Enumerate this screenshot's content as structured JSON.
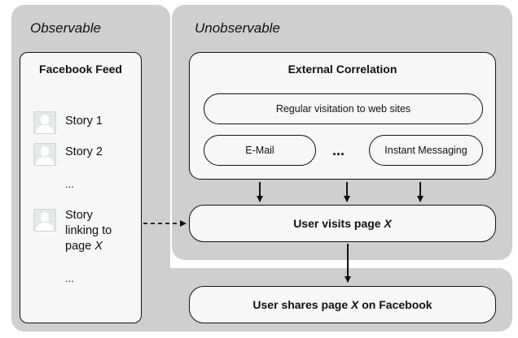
{
  "sections": {
    "observable_title": "Observable",
    "unobservable_title": "Unobservable"
  },
  "feed": {
    "title": "Facebook Feed",
    "story1": "Story 1",
    "story2": "Story 2",
    "ellipsis1": "...",
    "story_link_l1": "Story",
    "story_link_l2": "linking to",
    "story_link_l3": "page",
    "story_link_var": "X",
    "ellipsis2": "..."
  },
  "external": {
    "title": "External Correlation",
    "regular": "Regular visitation to web sites",
    "email": "E-Mail",
    "dots": "...",
    "im": "Instant Messaging"
  },
  "visits": {
    "text": "User visits page",
    "var": "X"
  },
  "shares": {
    "text_before": "User shares page",
    "var": "X",
    "text_after": "on Facebook"
  },
  "colors": {
    "panel": "#cfcfd0",
    "box": "#f7f7f8",
    "stroke": "#111111"
  }
}
